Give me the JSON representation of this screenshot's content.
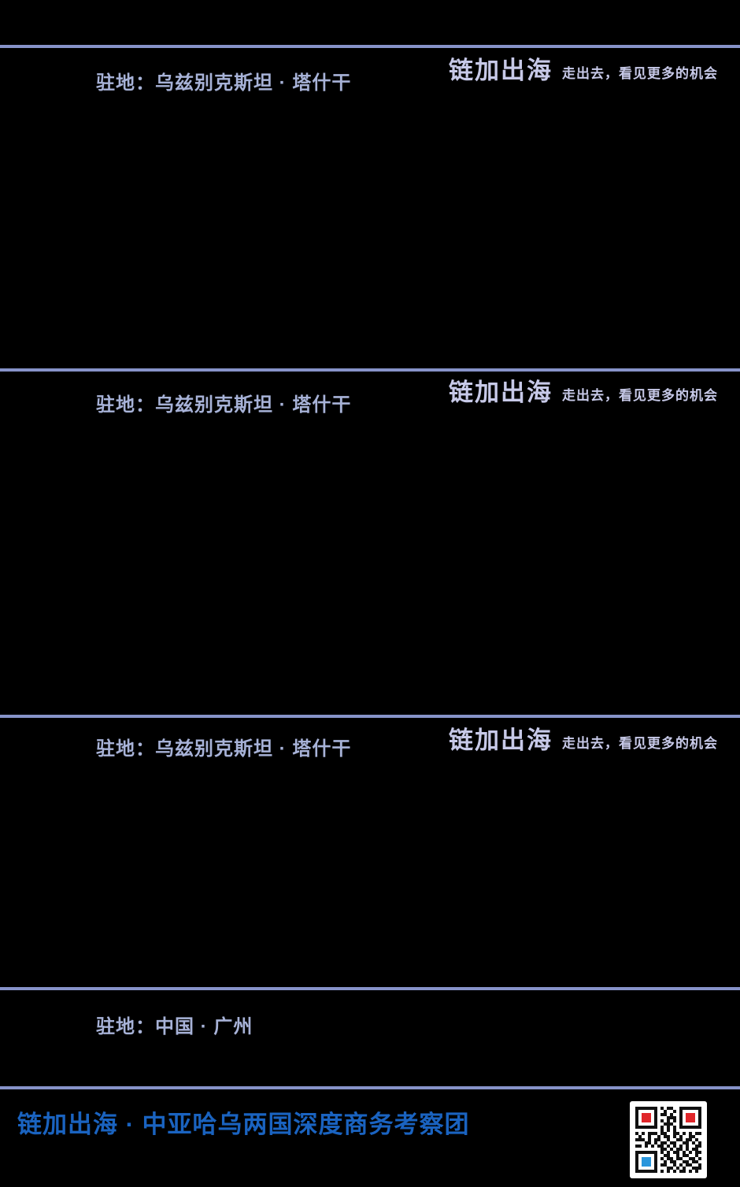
{
  "colors": {
    "bg": "#000000",
    "header_text": "#a7b2d7",
    "logo": "#c7c9e8",
    "divider": "#8793c9",
    "footer_title": "#1a63c0"
  },
  "brand": {
    "logo_text": "链加出海",
    "tagline": "走出去，看见更多的机会"
  },
  "sections": [
    {
      "station": "驻地：乌兹别克斯坦 · 塔什干"
    },
    {
      "station": "驻地：乌兹别克斯坦 · 塔什干"
    },
    {
      "station": "驻地：乌兹别克斯坦 · 塔什干"
    },
    {
      "station": "驻地：中国 · 广州"
    }
  ],
  "footer": {
    "title": "链加出海 · 中亚哈乌两国深度商务考察团",
    "qr": {
      "label": "qr-code",
      "colors": {
        "dark": "#111111",
        "light": "#ffffff",
        "red": "#e0262a",
        "blue": "#2a96dc"
      },
      "matrix": [
        "111111101011001111111",
        "100000100100101000001",
        "10RRR01011010010RRR01",
        "10RRR01000111010RRR01",
        "10RRR01010101010RRR01",
        "100000100111001000001",
        "111111101010101111111",
        "000000001010100000000",
        "101011101100110101011",
        "010010010110101001100",
        "111010110010011011010",
        "000110101101100110101",
        "110101011010101010011",
        "000000001101011010110",
        "111111101010110101011",
        "100000100110010110010",
        "10BBB0101011011001101",
        "10BBB0100101100110110",
        "10BBB0101100101011001",
        "100000100011010100111",
        "111111101010101101010"
      ]
    }
  }
}
